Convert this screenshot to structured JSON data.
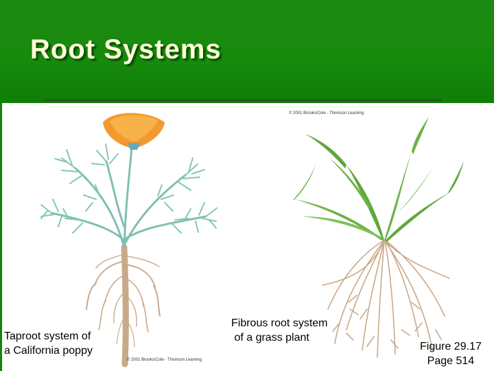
{
  "slide": {
    "title": "Root Systems"
  },
  "figure": {
    "copyright_top": "© 2001 Brooks/Cole - Thomson Learning",
    "copyright_bottom": "© 2001 Brooks/Cole - Thomson Learning"
  },
  "captions": {
    "taproot_line1": "Taproot system of",
    "taproot_line2": "a California poppy",
    "fibrous_line1": "Fibrous root system",
    "fibrous_line2": " of a grass plant",
    "figure_line1": "Figure 29.17",
    "figure_line2": "Page 514"
  },
  "colors": {
    "header_green": "#168a0c",
    "title_text": "#ffffd8",
    "poppy_flower": "#f39a2e",
    "poppy_foliage": "#7fc0b0",
    "grass_leaf": "#5fa83a",
    "root": "#c9a98a"
  }
}
